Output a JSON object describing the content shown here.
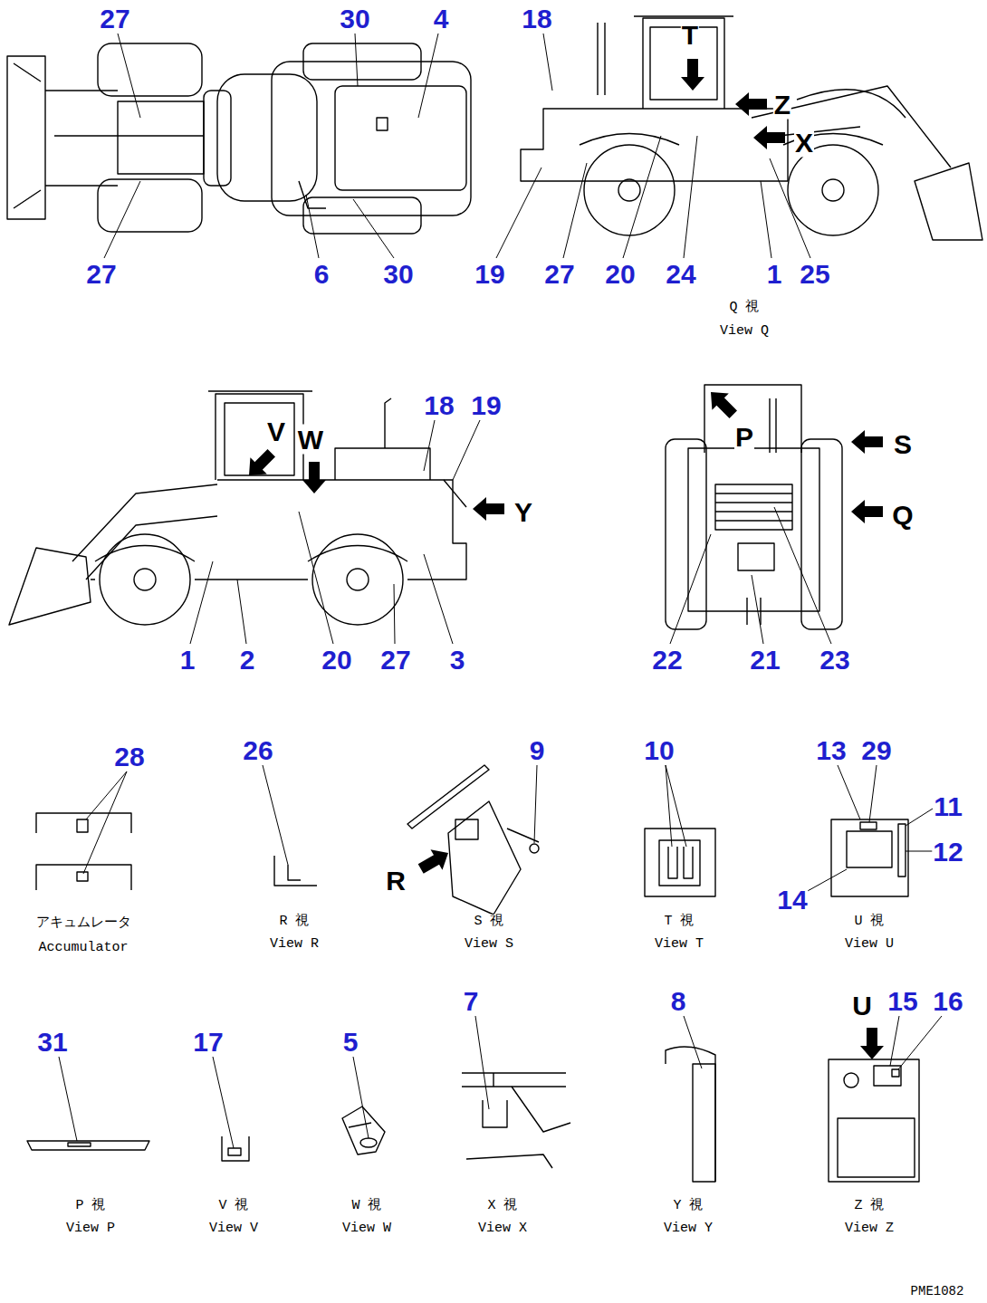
{
  "diagram": {
    "labels": [
      "27",
      "30",
      "4",
      "27",
      "6",
      "30",
      "18",
      "T",
      "Z",
      "X",
      "19",
      "27",
      "20",
      "24",
      "1",
      "25",
      "Q 視",
      "View Q",
      "V",
      "W",
      "18",
      "19",
      "Y",
      "1",
      "2",
      "20",
      "27",
      "3",
      "P",
      "S",
      "Q",
      "22",
      "21",
      "23",
      "28",
      "26",
      "9",
      "10",
      "13",
      "29",
      "11",
      "12",
      "14",
      "R",
      "アキュムレータ",
      "Accumulator",
      "R 視",
      "View R",
      "S 視",
      "View S",
      "T 視",
      "View T",
      "U 視",
      "View U",
      "31",
      "17",
      "5",
      "7",
      "8",
      "U",
      "15",
      "16",
      "P 視",
      "View P",
      "V 視",
      "View V",
      "W 視",
      "View W",
      "X 視",
      "View X",
      "Y 視",
      "View Y",
      "Z 視",
      "View Z",
      "PME1082"
    ]
  }
}
